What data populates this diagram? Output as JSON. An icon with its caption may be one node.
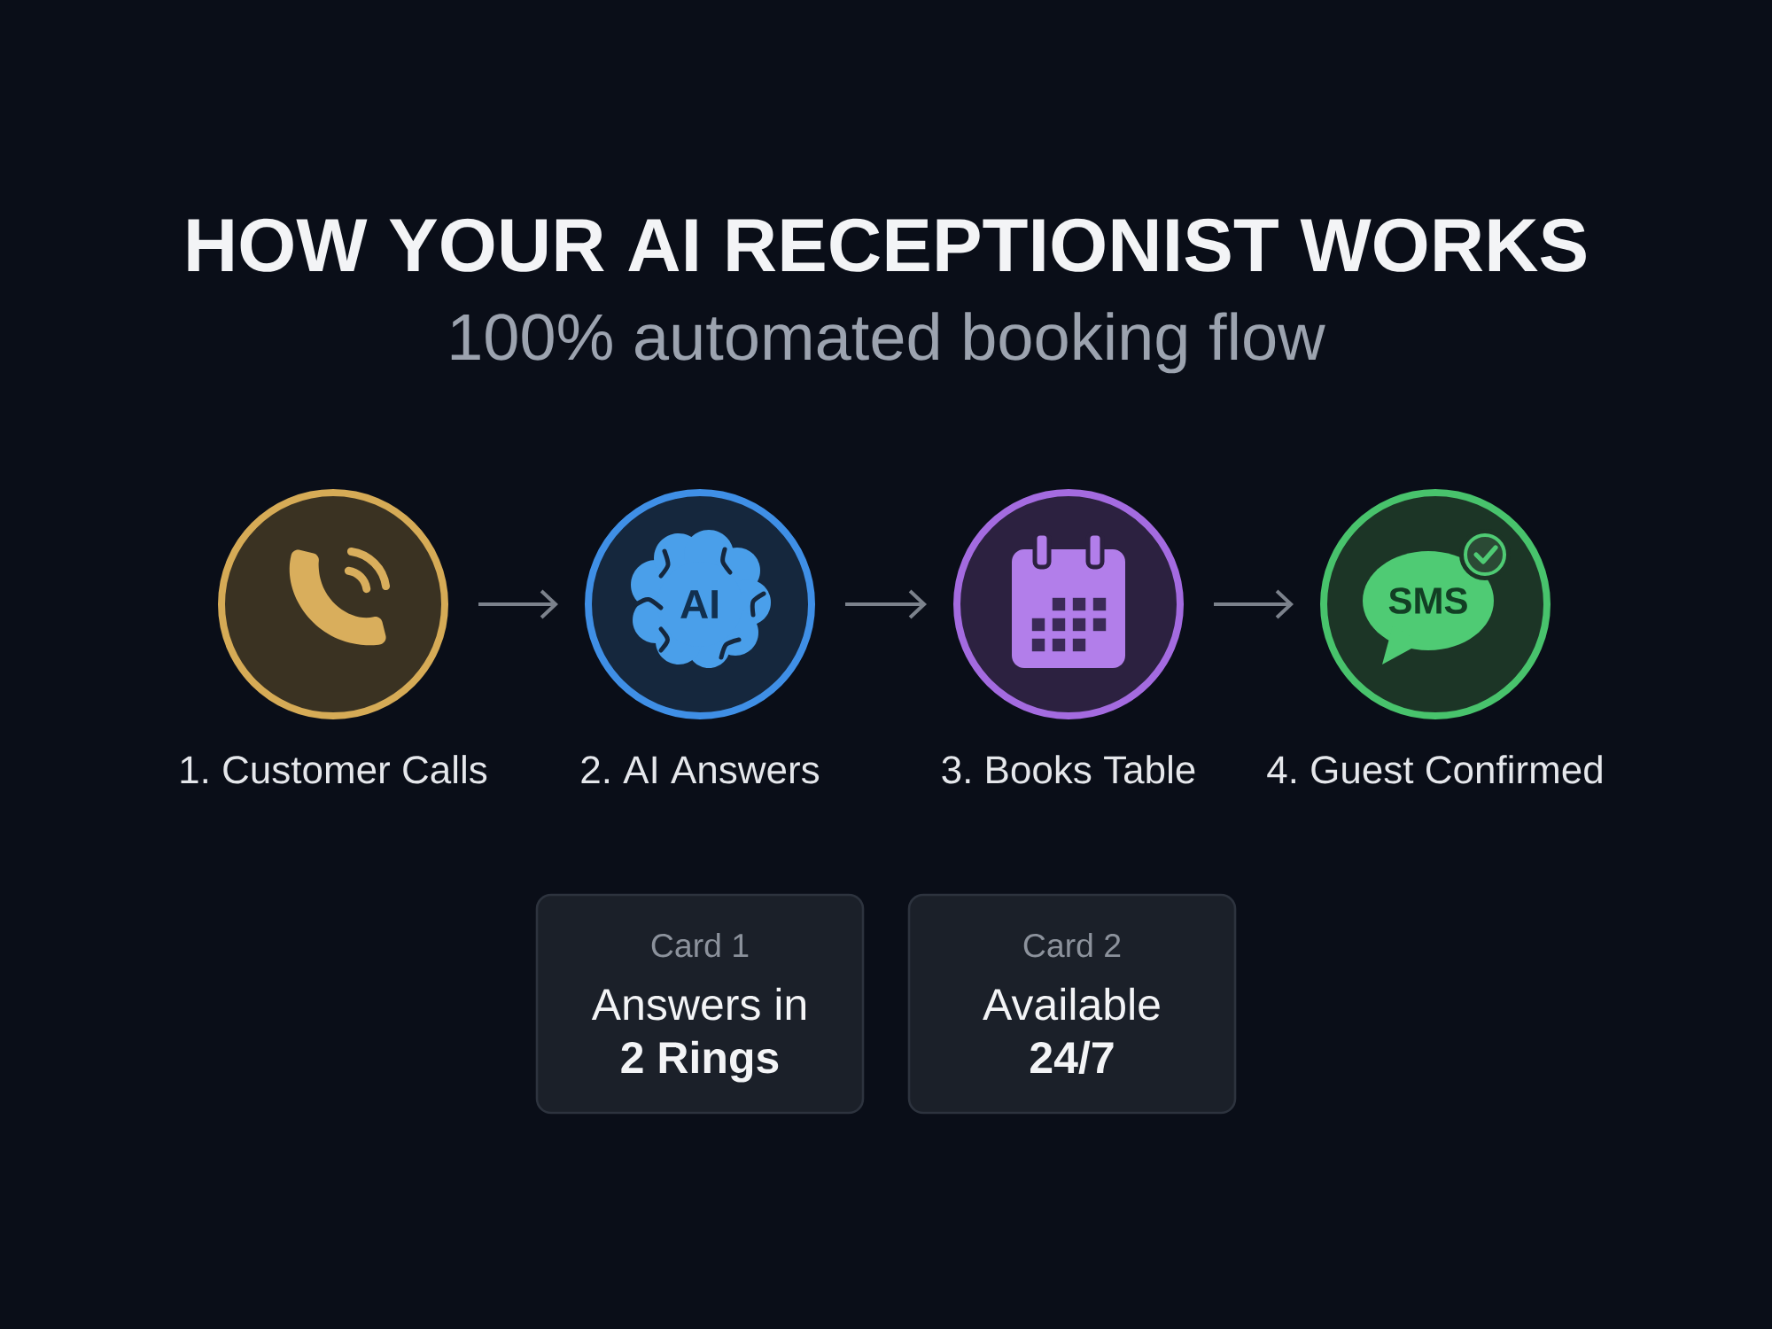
{
  "diagram": {
    "title": "HOW YOUR AI RECEPTIONIST WORKS",
    "nodes": [
      {
        "text": [
          "1. Customer Calls"
        ]
      },
      {
        "text": [
          "AI",
          "2. AI Answers"
        ]
      },
      {
        "text": [
          "3. Books Table"
        ]
      },
      {
        "text": [
          "SMS",
          "4. Guest Confirmed"
        ]
      },
      {
        "text": [
          "Card 1",
          "Answers in **2 Rings**"
        ]
      },
      {
        "text": [
          "Card 2",
          "Available **24/7**"
        ]
      }
    ],
    "edges": [
      {
        "from": 0,
        "to": 1,
        "arrow": "to"
      },
      {
        "from": 1,
        "to": 2,
        "arrow": "to"
      },
      {
        "from": 2,
        "to": 3,
        "arrow": "to"
      }
    ],
    "labels": [
      "100% automated booking flow"
    ]
  }
}
